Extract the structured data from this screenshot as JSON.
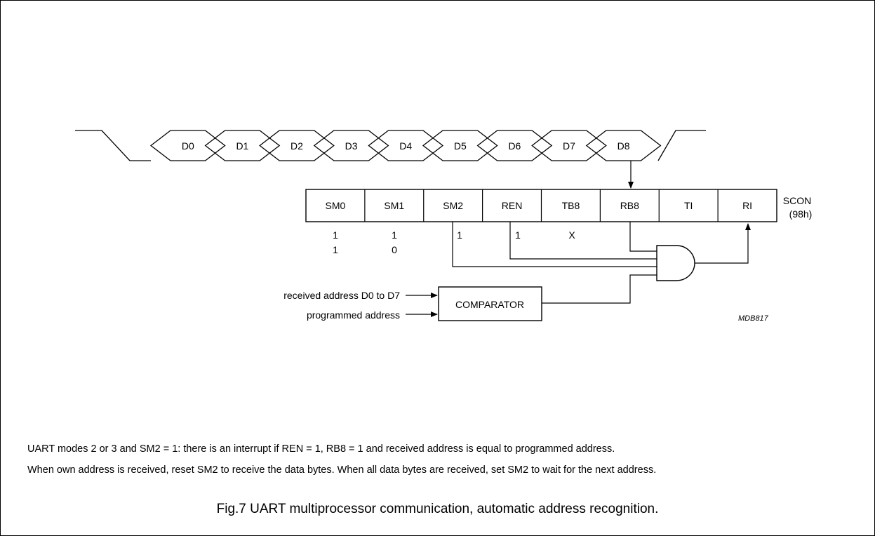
{
  "waveform": {
    "bits": [
      "D0",
      "D1",
      "D2",
      "D3",
      "D4",
      "D5",
      "D6",
      "D7",
      "D8"
    ]
  },
  "register": {
    "cells": [
      "SM0",
      "SM1",
      "SM2",
      "REN",
      "TB8",
      "RB8",
      "TI",
      "RI"
    ],
    "name": "SCON",
    "address": "(98h)",
    "values": {
      "sm0_row1": "1",
      "sm0_row2": "1",
      "sm1_row1": "1",
      "sm1_row2": "0",
      "sm2": "1",
      "ren": "1",
      "tb8": "X"
    }
  },
  "comparator": {
    "label": "COMPARATOR",
    "input1": "received address D0 to D7",
    "input2": "programmed address"
  },
  "figure_code": "MDB817",
  "notes": {
    "line1": "UART modes 2 or 3 and SM2 = 1: there is an interrupt if REN = 1, RB8 = 1 and received address is equal to programmed address.",
    "line2": "When own address is received, reset SM2 to receive the data bytes. When all data bytes are received, set SM2 to wait for the next address."
  },
  "caption": "Fig.7  UART multiprocessor communication, automatic address recognition."
}
